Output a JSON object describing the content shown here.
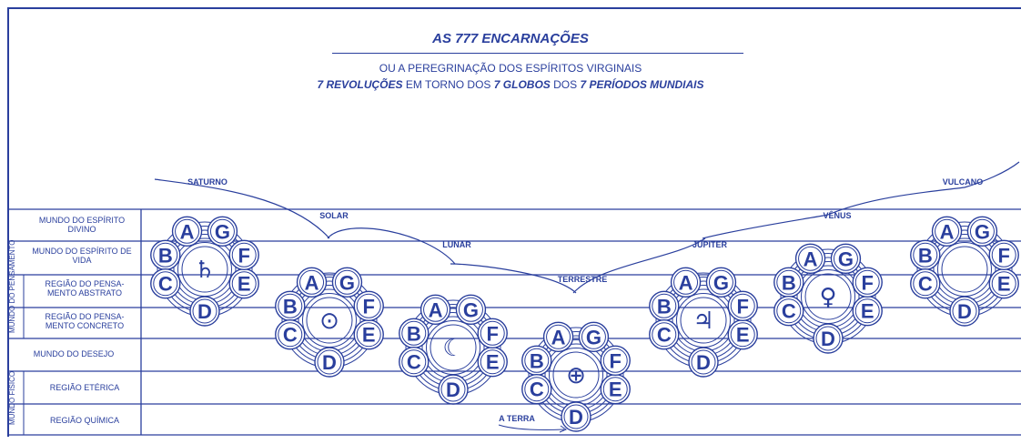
{
  "header": {
    "title": "AS 777 ENCARNAÇÕES",
    "subtitle_line1": "OU A PEREGRINAÇÃO DOS ESPÍRITOS VIRGINAIS",
    "subtitle_line2": {
      "part1": "7 REVOLUÇÕES",
      "part2": " EM TORNO DOS ",
      "part3": "7 GLOBOS",
      "part4": " DOS ",
      "part5": "7 PERÍODOS MUNDIAIS"
    }
  },
  "rows": {
    "espirito_divino": "MUNDO DO ESPÍRITO DIVINO",
    "espirito_vida": "MUNDO DO ESPÍRITO DE VIDA",
    "pensamento_abstrato": "REGIÃO DO PENSA- MENTO ABSTRATO",
    "pensamento_concreto": "REGIÃO DO PENSA- MENTO CONCRETO",
    "desejo": "MUNDO DO DESEJO",
    "eterica": "REGIÃO ETÉRICA",
    "quimica": "REGIÃO QUÍMICA",
    "group_pensamento": "MUNDO DO PENSAMENTO",
    "group_fisico": "MUNDO FÍSICO"
  },
  "periods": [
    {
      "name": "SATURNO",
      "symbol": "♄"
    },
    {
      "name": "SOLAR",
      "symbol": "⊙"
    },
    {
      "name": "LUNAR",
      "symbol": "☾"
    },
    {
      "name": "TERRESTRE",
      "symbol": "⊕"
    },
    {
      "name": "JÚPITER",
      "symbol": "♃"
    },
    {
      "name": "VÊNUS",
      "symbol": "♀"
    },
    {
      "name": "VULCANO",
      "symbol": ""
    }
  ],
  "globe_letters": [
    "A",
    "B",
    "C",
    "D",
    "E",
    "F",
    "G"
  ],
  "earth_label": "A TERRA",
  "colors": {
    "ink": "#2a3f9d",
    "background": "#ffffff"
  }
}
